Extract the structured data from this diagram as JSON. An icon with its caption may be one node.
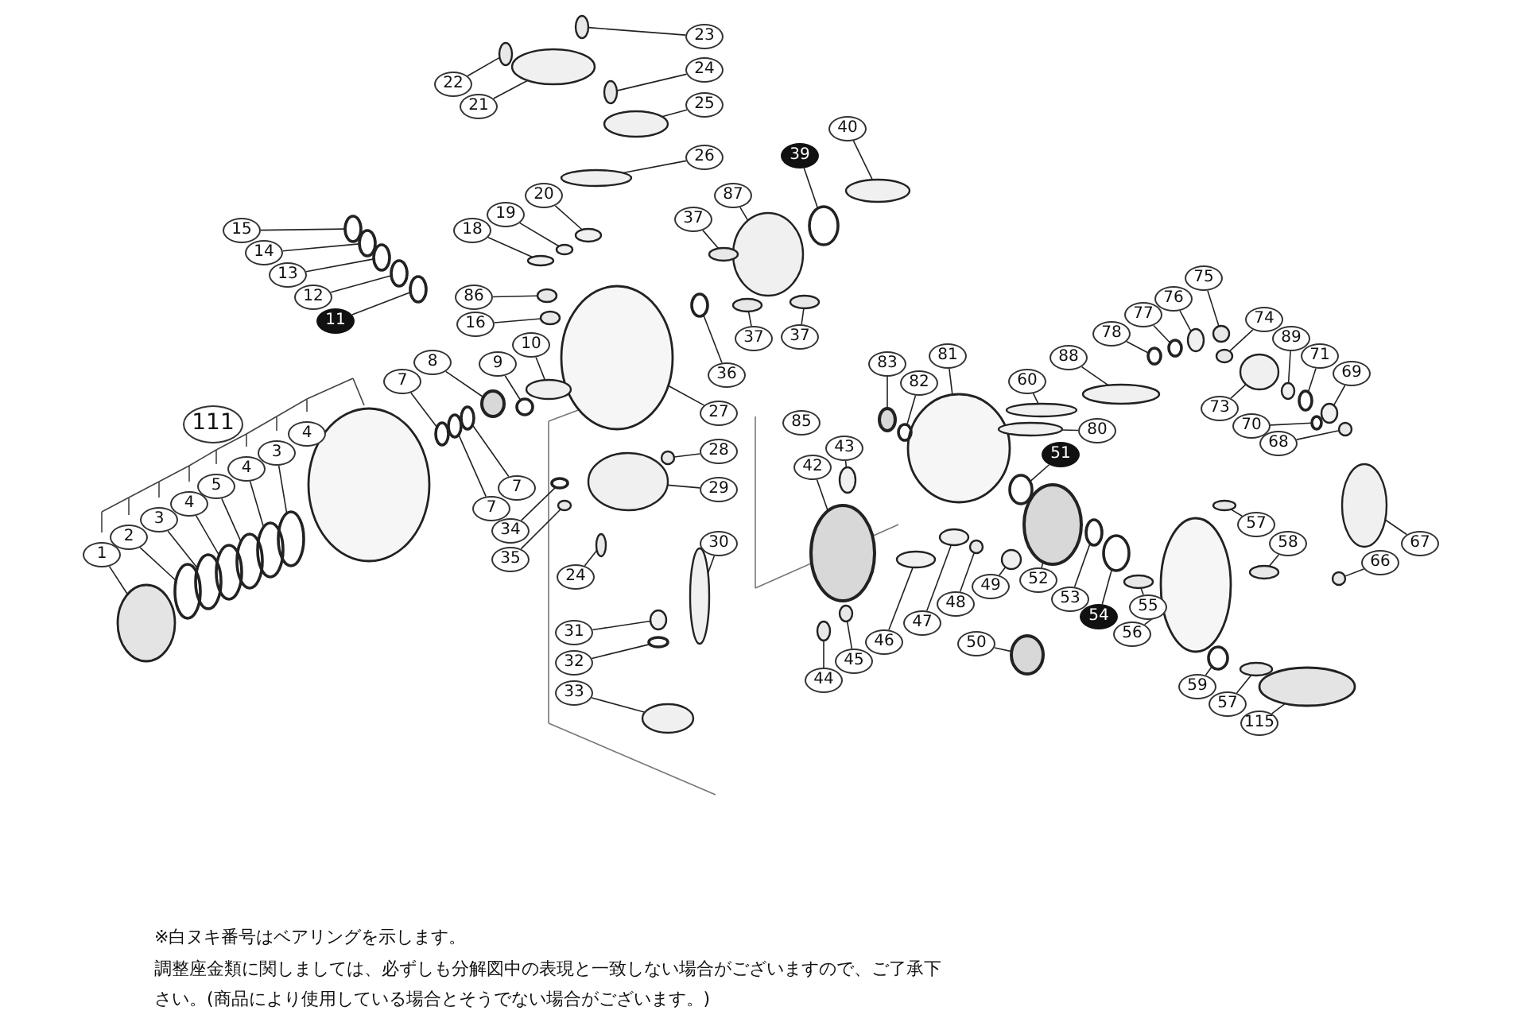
{
  "diagram": {
    "nodes": [
      {
        "text": [
          "23"
        ]
      },
      {
        "text": [
          "22"
        ]
      },
      {
        "text": [
          "24"
        ]
      },
      {
        "text": [
          "21"
        ]
      },
      {
        "text": [
          "25"
        ]
      },
      {
        "text": [
          "40"
        ]
      },
      {
        "text": [
          "26"
        ]
      },
      {
        "text": [
          "39"
        ]
      },
      {
        "text": [
          "15"
        ]
      },
      {
        "text": [
          "18"
        ]
      },
      {
        "text": [
          "19"
        ]
      },
      {
        "text": [
          "20"
        ]
      },
      {
        "text": [
          "87"
        ]
      },
      {
        "text": [
          "37"
        ]
      },
      {
        "text": [
          "14"
        ]
      },
      {
        "text": [
          "13"
        ]
      },
      {
        "text": [
          "12"
        ]
      },
      {
        "text": [
          "86"
        ]
      },
      {
        "text": [
          "11"
        ]
      },
      {
        "text": [
          "16"
        ]
      },
      {
        "text": [
          "37"
        ]
      },
      {
        "text": [
          "37"
        ]
      },
      {
        "text": [
          "10"
        ]
      },
      {
        "text": [
          "9"
        ]
      },
      {
        "text": [
          "8"
        ]
      },
      {
        "text": [
          "7"
        ]
      },
      {
        "text": [
          "36"
        ]
      },
      {
        "text": [
          "83"
        ]
      },
      {
        "text": [
          "82"
        ]
      },
      {
        "text": [
          "81"
        ]
      },
      {
        "text": [
          "111"
        ]
      },
      {
        "text": [
          "27"
        ]
      },
      {
        "text": [
          "85"
        ]
      },
      {
        "text": [
          "43"
        ]
      },
      {
        "text": [
          "28"
        ]
      },
      {
        "text": [
          "42"
        ]
      },
      {
        "text": [
          "29"
        ]
      },
      {
        "text": [
          "7"
        ]
      },
      {
        "text": [
          "7"
        ]
      },
      {
        "text": [
          "34"
        ]
      },
      {
        "text": [
          "35"
        ]
      },
      {
        "text": [
          "30"
        ]
      },
      {
        "text": [
          "24"
        ]
      },
      {
        "text": [
          "31"
        ]
      },
      {
        "text": [
          "32"
        ]
      },
      {
        "text": [
          "33"
        ]
      },
      {
        "text": [
          "44"
        ]
      },
      {
        "text": [
          "45"
        ]
      },
      {
        "text": [
          "46"
        ]
      },
      {
        "text": [
          "47"
        ]
      },
      {
        "text": [
          "48"
        ]
      },
      {
        "text": [
          "49"
        ]
      },
      {
        "text": [
          "50"
        ]
      },
      {
        "text": [
          "1"
        ]
      },
      {
        "text": [
          "2"
        ]
      },
      {
        "text": [
          "3"
        ]
      },
      {
        "text": [
          "4"
        ]
      },
      {
        "text": [
          "5"
        ]
      },
      {
        "text": [
          "4"
        ]
      },
      {
        "text": [
          "3"
        ]
      },
      {
        "text": [
          "4"
        ]
      },
      {
        "text": [
          "75"
        ]
      },
      {
        "text": [
          "76"
        ]
      },
      {
        "text": [
          "77"
        ]
      },
      {
        "text": [
          "78"
        ]
      },
      {
        "text": [
          "88"
        ]
      },
      {
        "text": [
          "74"
        ]
      },
      {
        "text": [
          "89"
        ]
      },
      {
        "text": [
          "71"
        ]
      },
      {
        "text": [
          "69"
        ]
      },
      {
        "text": [
          "73"
        ]
      },
      {
        "text": [
          "60"
        ]
      },
      {
        "text": [
          "70"
        ]
      },
      {
        "text": [
          "68"
        ]
      },
      {
        "text": [
          "80"
        ]
      },
      {
        "text": [
          "51"
        ]
      },
      {
        "text": [
          "57"
        ]
      },
      {
        "text": [
          "67"
        ]
      },
      {
        "text": [
          "58"
        ]
      },
      {
        "text": [
          "66"
        ]
      },
      {
        "text": [
          "52"
        ]
      },
      {
        "text": [
          "53"
        ]
      },
      {
        "text": [
          "55"
        ]
      },
      {
        "text": [
          "54"
        ]
      },
      {
        "text": [
          "56"
        ]
      },
      {
        "text": [
          "59"
        ]
      },
      {
        "text": [
          "57"
        ]
      },
      {
        "text": [
          "115"
        ]
      },
      {
        "text": [],
        "shape": "circle"
      },
      {
        "text": [],
        "shape": "circle"
      },
      {
        "text": [],
        "shape": "circle"
      },
      {
        "text": [],
        "shape": "circle"
      },
      {
        "text": [],
        "shape": "circle"
      },
      {
        "text": [],
        "shape": "circle"
      },
      {
        "text": [],
        "shape": "circle"
      },
      {
        "text": [],
        "shape": "circle"
      },
      {
        "text": [],
        "shape": "circle"
      },
      {
        "text": [],
        "shape": "circle"
      },
      {
        "text": [],
        "shape": "circle"
      },
      {
        "text": [],
        "shape": "circle"
      },
      {
        "text": [],
        "shape": "circle"
      },
      {
        "text": [],
        "shape": "circle"
      },
      {
        "text": [],
        "shape": "circle"
      },
      {
        "text": [],
        "shape": "circle"
      },
      {
        "text": [],
        "shape": "circle"
      },
      {
        "text": [],
        "shape": "circle"
      },
      {
        "text": [],
        "shape": "circle"
      },
      {
        "text": [],
        "shape": "circle"
      },
      {
        "text": [],
        "shape": "circle"
      },
      {
        "text": [],
        "shape": "circle"
      },
      {
        "text": [],
        "shape": "circle"
      },
      {
        "text": [],
        "shape": "circle"
      },
      {
        "text": [],
        "shape": "circle"
      },
      {
        "text": [],
        "shape": "circle"
      },
      {
        "text": [],
        "shape": "circle"
      },
      {
        "text": [],
        "shape": "circle"
      },
      {
        "text": [],
        "shape": "circle"
      },
      {
        "text": [],
        "shape": "circle"
      },
      {
        "text": [],
        "shape": "circle"
      },
      {
        "text": [],
        "shape": "circle"
      },
      {
        "text": [],
        "shape": "circle"
      },
      {
        "text": [],
        "shape": "circle"
      },
      {
        "text": [],
        "shape": "circle"
      },
      {
        "text": [],
        "shape": "circle"
      },
      {
        "text": [],
        "shape": "circle"
      },
      {
        "text": [],
        "shape": "circle"
      },
      {
        "text": [],
        "shape": "circle"
      },
      {
        "text": [],
        "shape": "circle"
      },
      {
        "text": [],
        "shape": "circle"
      },
      {
        "text": [],
        "shape": "circle"
      },
      {
        "text": [],
        "shape": "circle"
      },
      {
        "text": [],
        "shape": "circle"
      },
      {
        "text": [],
        "shape": "circle"
      },
      {
        "text": [],
        "shape": "circle"
      },
      {
        "text": [],
        "shape": "circle"
      },
      {
        "text": [],
        "shape": "circle"
      },
      {
        "text": [],
        "shape": "circle"
      },
      {
        "text": [],
        "shape": "circle"
      },
      {
        "text": [],
        "shape": "circle"
      },
      {
        "text": [],
        "shape": "circle"
      },
      {
        "text": [],
        "shape": "circle"
      },
      {
        "text": [],
        "shape": "circle"
      },
      {
        "text": [],
        "shape": "circle"
      },
      {
        "text": [],
        "shape": "circle"
      },
      {
        "text": [],
        "shape": "circle"
      },
      {
        "text": [],
        "shape": "circle"
      },
      {
        "text": [],
        "shape": "circle"
      },
      {
        "text": [],
        "shape": "circle"
      },
      {
        "text": [],
        "shape": "circle"
      },
      {
        "text": [],
        "shape": "circle"
      },
      {
        "text": [],
        "shape": "circle"
      },
      {
        "text": [],
        "shape": "circle"
      },
      {
        "text": [],
        "shape": "circle"
      },
      {
        "text": [],
        "shape": "circle"
      },
      {
        "text": [],
        "shape": "circle"
      },
      {
        "text": [],
        "shape": "circle"
      },
      {
        "text": [],
        "shape": "circle"
      },
      {
        "text": [],
        "shape": "circle"
      },
      {
        "text": [],
        "shape": "circle"
      },
      {
        "text": [],
        "shape": "circle"
      },
      {
        "text": [],
        "shape": "circle"
      },
      {
        "text": [],
        "shape": "circle"
      },
      {
        "text": [],
        "shape": "circle"
      },
      {
        "text": [],
        "shape": "circle"
      },
      {
        "text": [],
        "shape": "circle"
      },
      {
        "text": [],
        "shape": "circle"
      },
      {
        "text": [],
        "shape": "circle"
      },
      {
        "text": [],
        "shape": "circle"
      },
      {
        "text": [],
        "shape": "circle"
      },
      {
        "text": [],
        "shape": "circle"
      },
      {
        "text": [],
        "shape": "circle"
      },
      {
        "text": [],
        "shape": "circle"
      },
      {
        "text": [],
        "shape": "circle"
      },
      {
        "text": [],
        "shape": "circle"
      }
    ],
    "edges": [
      {
        "from": 0,
        "to": 88,
        "arrow": "none"
      },
      {
        "from": 1,
        "to": 89,
        "arrow": "none"
      },
      {
        "from": 2,
        "to": 90,
        "arrow": "none"
      },
      {
        "from": 3,
        "to": 91,
        "arrow": "none"
      },
      {
        "from": 4,
        "to": 92,
        "arrow": "none"
      },
      {
        "from": 5,
        "to": 93,
        "arrow": "none"
      },
      {
        "from": 6,
        "to": 94,
        "arrow": "none"
      },
      {
        "from": 7,
        "to": 95,
        "arrow": "none"
      },
      {
        "from": 8,
        "to": 96,
        "arrow": "none"
      },
      {
        "from": 9,
        "to": 97,
        "arrow": "none"
      },
      {
        "from": 10,
        "to": 98,
        "arrow": "none"
      },
      {
        "from": 11,
        "to": 99,
        "arrow": "none"
      },
      {
        "from": 12,
        "to": 100,
        "arrow": "none"
      },
      {
        "from": 13,
        "to": 101,
        "arrow": "none"
      },
      {
        "from": 14,
        "to": 102,
        "arrow": "none"
      },
      {
        "from": 15,
        "to": 103,
        "arrow": "none"
      },
      {
        "from": 16,
        "to": 104,
        "arrow": "none"
      },
      {
        "from": 17,
        "to": 105,
        "arrow": "none"
      },
      {
        "from": 18,
        "to": 106,
        "arrow": "none"
      },
      {
        "from": 19,
        "to": 107,
        "arrow": "none"
      },
      {
        "from": 20,
        "to": 108,
        "arrow": "none"
      },
      {
        "from": 21,
        "to": 109,
        "arrow": "none"
      },
      {
        "from": 22,
        "to": 110,
        "arrow": "none"
      },
      {
        "from": 23,
        "to": 111,
        "arrow": "none"
      },
      {
        "from": 24,
        "to": 112,
        "arrow": "none"
      },
      {
        "from": 25,
        "to": 113,
        "arrow": "none"
      },
      {
        "from": 26,
        "to": 114,
        "arrow": "none"
      },
      {
        "from": 27,
        "to": 115,
        "arrow": "none"
      },
      {
        "from": 28,
        "to": 116,
        "arrow": "none"
      },
      {
        "from": 29,
        "to": 117,
        "arrow": "none"
      },
      {
        "from": 31,
        "to": 118,
        "arrow": "none"
      },
      {
        "from": 33,
        "to": 119,
        "arrow": "none"
      },
      {
        "from": 34,
        "to": 120,
        "arrow": "none"
      },
      {
        "from": 35,
        "to": 121,
        "arrow": "none"
      },
      {
        "from": 36,
        "to": 122,
        "arrow": "none"
      },
      {
        "from": 37,
        "to": 123,
        "arrow": "none"
      },
      {
        "from": 38,
        "to": 124,
        "arrow": "none"
      },
      {
        "from": 39,
        "to": 125,
        "arrow": "none"
      },
      {
        "from": 40,
        "to": 126,
        "arrow": "none"
      },
      {
        "from": 41,
        "to": 127,
        "arrow": "none"
      },
      {
        "from": 42,
        "to": 128,
        "arrow": "none"
      },
      {
        "from": 43,
        "to": 129,
        "arrow": "none"
      },
      {
        "from": 44,
        "to": 130,
        "arrow": "none"
      },
      {
        "from": 45,
        "to": 131,
        "arrow": "none"
      },
      {
        "from": 46,
        "to": 132,
        "arrow": "none"
      },
      {
        "from": 47,
        "to": 133,
        "arrow": "none"
      },
      {
        "from": 48,
        "to": 134,
        "arrow": "none"
      },
      {
        "from": 49,
        "to": 135,
        "arrow": "none"
      },
      {
        "from": 50,
        "to": 136,
        "arrow": "none"
      },
      {
        "from": 51,
        "to": 137,
        "arrow": "none"
      },
      {
        "from": 52,
        "to": 138,
        "arrow": "none"
      },
      {
        "from": 53,
        "to": 139,
        "arrow": "none"
      },
      {
        "from": 54,
        "to": 140,
        "arrow": "none"
      },
      {
        "from": 55,
        "to": 141,
        "arrow": "none"
      },
      {
        "from": 56,
        "to": 142,
        "arrow": "none"
      },
      {
        "from": 57,
        "to": 143,
        "arrow": "none"
      },
      {
        "from": 58,
        "to": 144,
        "arrow": "none"
      },
      {
        "from": 59,
        "to": 145,
        "arrow": "none"
      },
      {
        "from": 60,
        "to": 146,
        "arrow": "none"
      },
      {
        "from": 61,
        "to": 147,
        "arrow": "none"
      },
      {
        "from": 62,
        "to": 148,
        "arrow": "none"
      },
      {
        "from": 63,
        "to": 149,
        "arrow": "none"
      },
      {
        "from": 64,
        "to": 150,
        "arrow": "none"
      },
      {
        "from": 65,
        "to": 151,
        "arrow": "none"
      },
      {
        "from": 66,
        "to": 152,
        "arrow": "none"
      },
      {
        "from": 67,
        "to": 153,
        "arrow": "none"
      },
      {
        "from": 68,
        "to": 154,
        "arrow": "none"
      },
      {
        "from": 69,
        "to": 155,
        "arrow": "none"
      },
      {
        "from": 70,
        "to": 156,
        "arrow": "none"
      },
      {
        "from": 71,
        "to": 157,
        "arrow": "none"
      },
      {
        "from": 72,
        "to": 158,
        "arrow": "none"
      },
      {
        "from": 73,
        "to": 159,
        "arrow": "none"
      },
      {
        "from": 74,
        "to": 160,
        "arrow": "none"
      },
      {
        "from": 75,
        "to": 161,
        "arrow": "none"
      },
      {
        "from": 76,
        "to": 162,
        "arrow": "none"
      },
      {
        "from": 77,
        "to": 163,
        "arrow": "none"
      },
      {
        "from": 78,
        "to": 164,
        "arrow": "none"
      },
      {
        "from": 79,
        "to": 165,
        "arrow": "none"
      },
      {
        "from": 80,
        "to": 166,
        "arrow": "none"
      },
      {
        "from": 81,
        "to": 167,
        "arrow": "none"
      },
      {
        "from": 82,
        "to": 168,
        "arrow": "none"
      },
      {
        "from": 83,
        "to": 169,
        "arrow": "none"
      },
      {
        "from": 84,
        "to": 170,
        "arrow": "none"
      },
      {
        "from": 85,
        "to": 171,
        "arrow": "none"
      },
      {
        "from": 86,
        "to": 172,
        "arrow": "none"
      },
      {
        "from": 87,
        "to": 173,
        "arrow": "none"
      }
    ],
    "labels": [
      "※白ヌキ番号はベアリングを示します。",
      "調整座金類に関しましては、必ずしも分解図中の表現と一致しない場合がございますので、ご了承下さい。(商品により使用している場合とそうでない場合がございます。)"
    ]
  }
}
